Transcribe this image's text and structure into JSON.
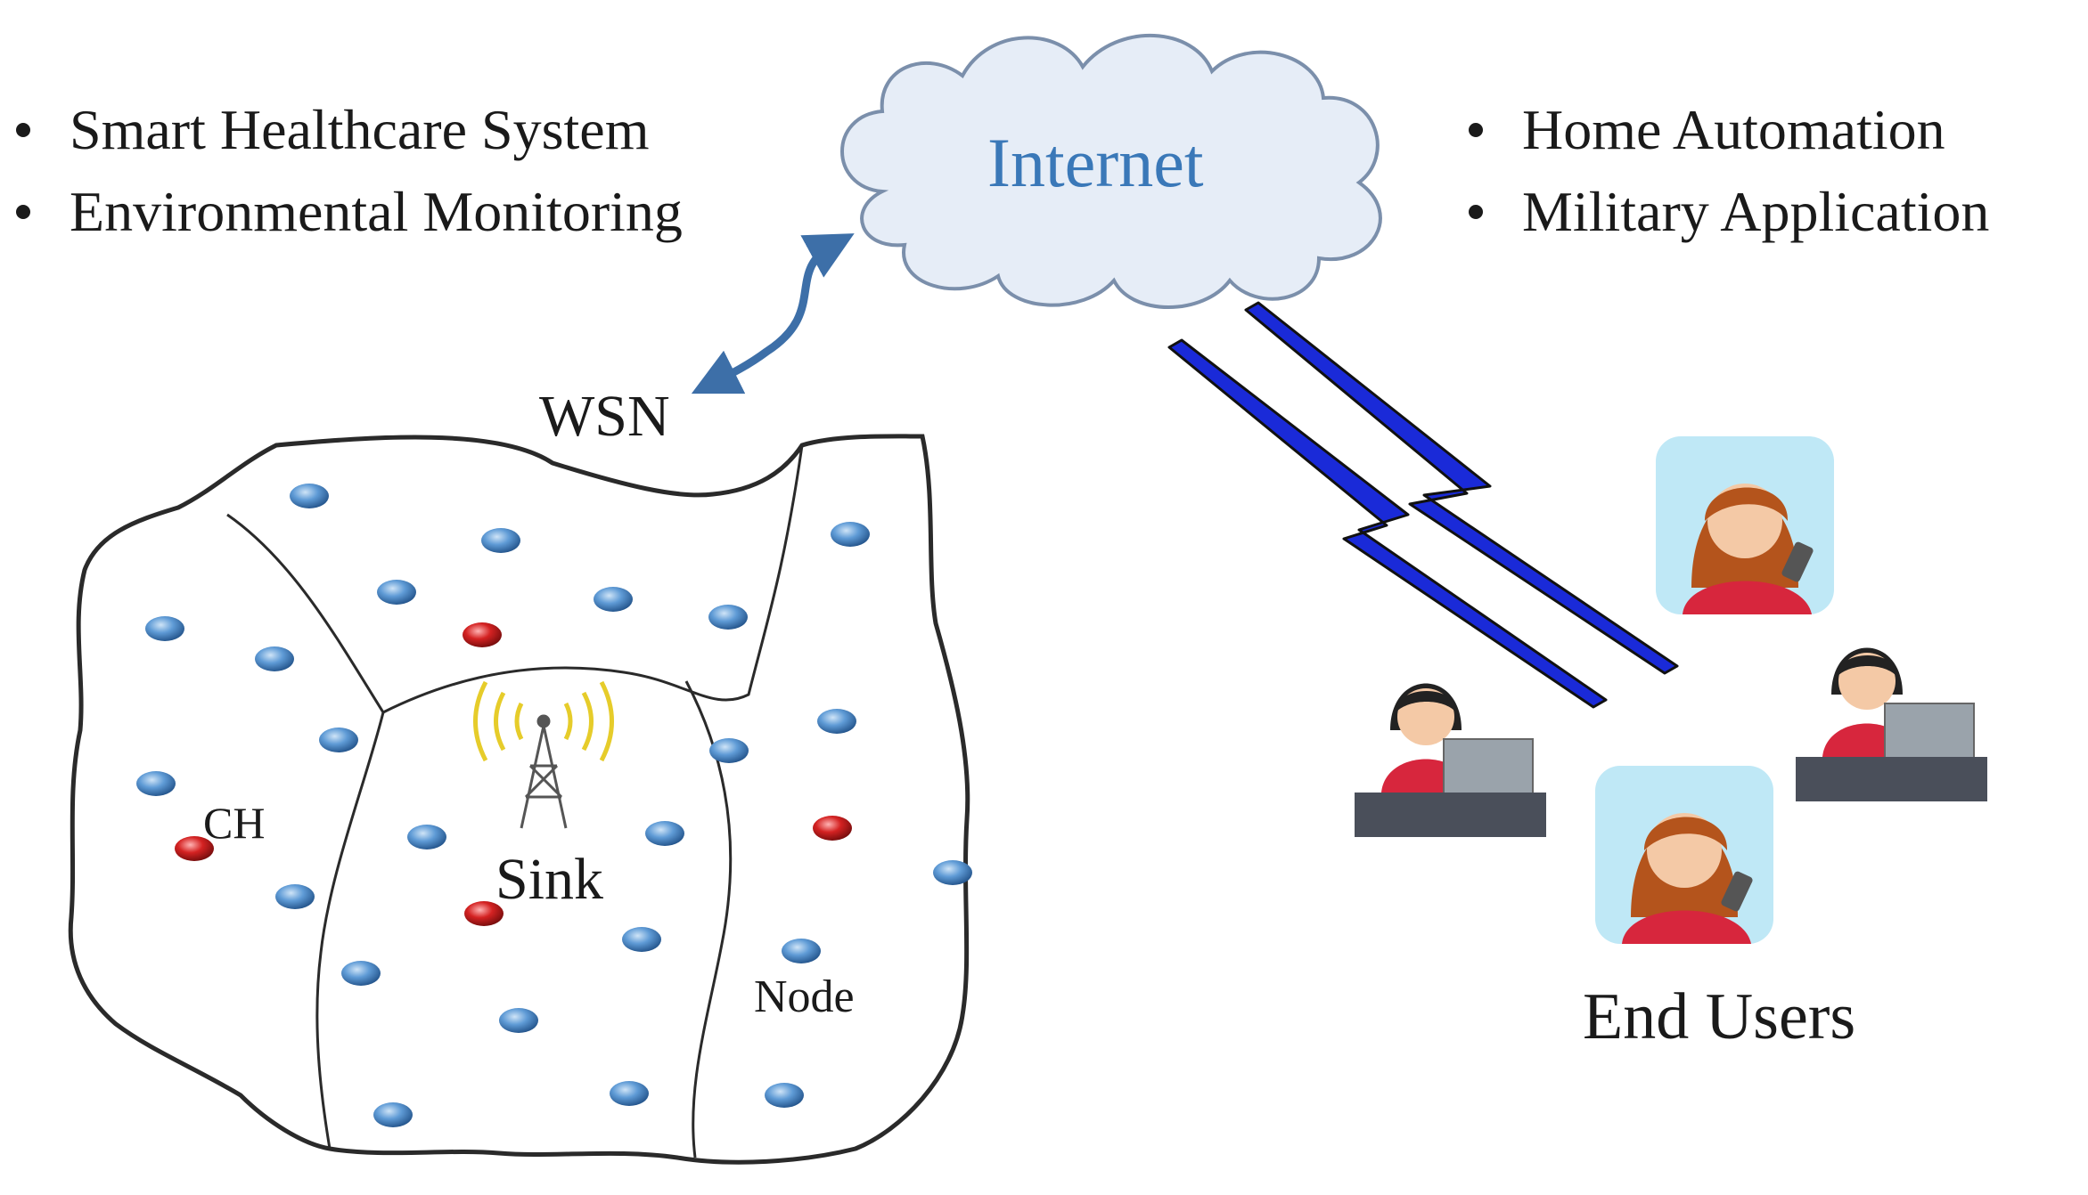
{
  "applications_left": [
    "Smart Healthcare System",
    "Environmental Monitoring"
  ],
  "applications_right": [
    "Home Automation",
    "Military Application"
  ],
  "cloud": {
    "label": "Internet"
  },
  "network": {
    "label": "WSN",
    "cluster_head_label": "CH",
    "sink_label": "Sink",
    "node_label": "Node"
  },
  "users": {
    "label": "End Users",
    "count": 4
  },
  "colors": {
    "node": "#3f7fc4",
    "cluster_head": "#c81a1a",
    "cloud_fill": "#e6edf7",
    "cloud_stroke": "#7b8fab",
    "link_arrow": "#3d6fa8",
    "lightning_fill": "#1a2ad8",
    "internet_text": "#3a78b8",
    "user_bg": "#bfe8f6",
    "user_shirt": "#d7263d",
    "user_hair": "#b4541c"
  }
}
